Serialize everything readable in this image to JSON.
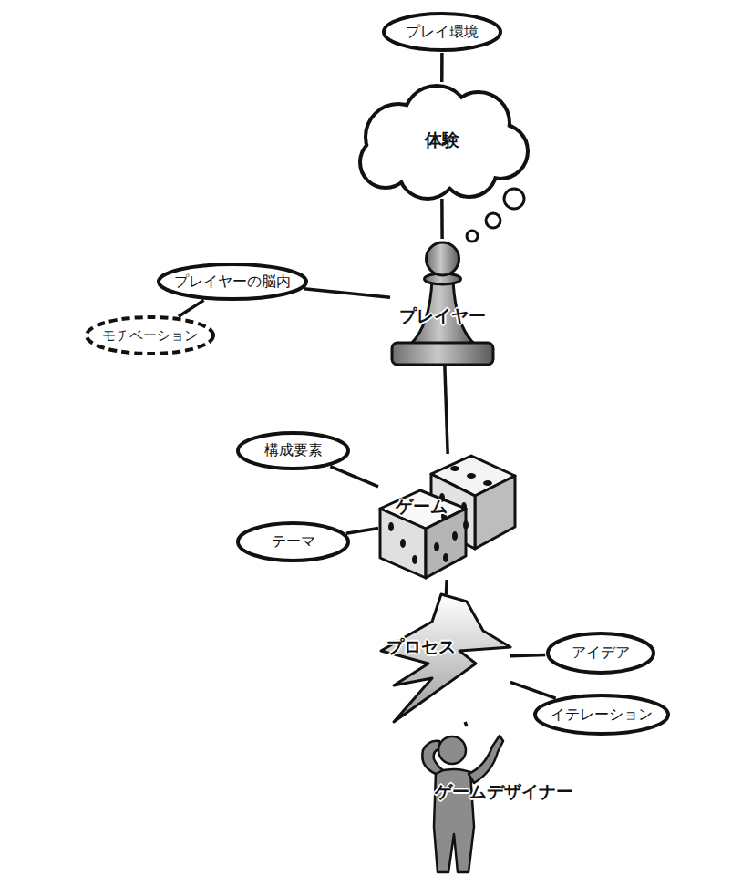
{
  "diagram": {
    "nodes": [
      {
        "text": [
          "プレイ環境"
        ]
      },
      {
        "text": [
          "体験"
        ]
      },
      {
        "text": [
          "プレイヤーの脳内"
        ]
      },
      {
        "text": [
          "モチベーション"
        ]
      },
      {
        "text": [
          "プレイヤー"
        ]
      },
      {
        "text": [
          "構成要素"
        ]
      },
      {
        "text": [
          "ゲーム"
        ]
      },
      {
        "text": [
          "テーマ"
        ]
      },
      {
        "text": [
          "プロセス"
        ]
      },
      {
        "text": [
          "アイデア"
        ]
      },
      {
        "text": [
          "イテレーション"
        ]
      },
      {
        "text": [
          "ゲームデザイナー"
        ]
      }
    ],
    "edges": [
      {
        "from": 0,
        "to": 1,
        "arrow": "none"
      },
      {
        "from": 1,
        "to": 4,
        "arrow": "none"
      },
      {
        "from": 2,
        "to": 4,
        "arrow": "none"
      },
      {
        "from": 3,
        "to": 2,
        "arrow": "none"
      },
      {
        "from": 4,
        "to": 6,
        "arrow": "none"
      },
      {
        "from": 5,
        "to": 6,
        "arrow": "none"
      },
      {
        "from": 7,
        "to": 6,
        "arrow": "none"
      },
      {
        "from": 6,
        "to": 8,
        "arrow": "none"
      },
      {
        "from": 8,
        "to": 9,
        "arrow": "none"
      },
      {
        "from": 8,
        "to": 10,
        "arrow": "none"
      },
      {
        "from": 8,
        "to": 11,
        "arrow": "none"
      }
    ]
  }
}
